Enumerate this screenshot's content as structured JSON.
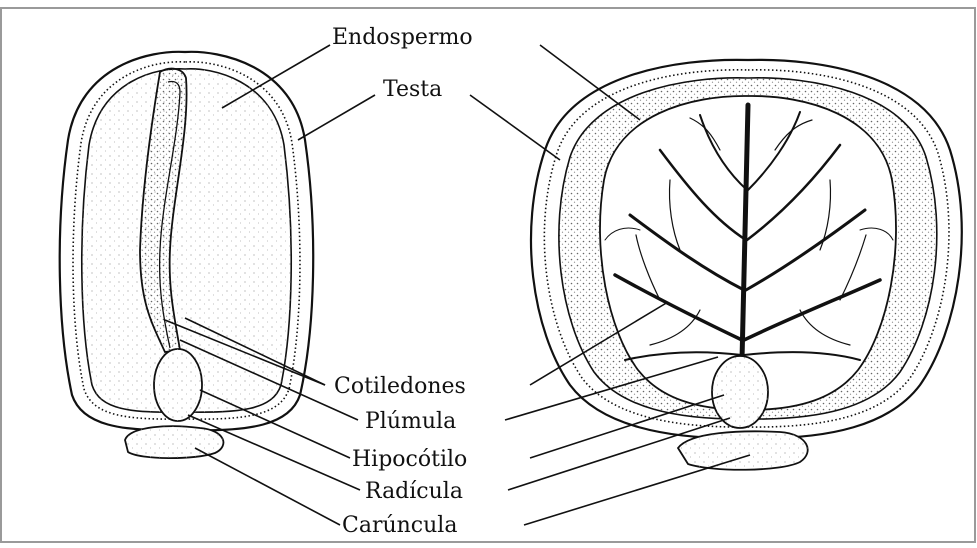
{
  "labels": {
    "endosperm": "Endospermo",
    "testa": "Testa",
    "cotyledons": "Cotiledones",
    "plumule": "Plúmula",
    "hypocotyl": "Hipocótilo",
    "radicle": "Radícula",
    "caruncle": "Carúncula"
  },
  "colors": {
    "ink": "#111111",
    "paper": "#ffffff",
    "stipple": "#777777",
    "frame": "#9a9a9a"
  }
}
